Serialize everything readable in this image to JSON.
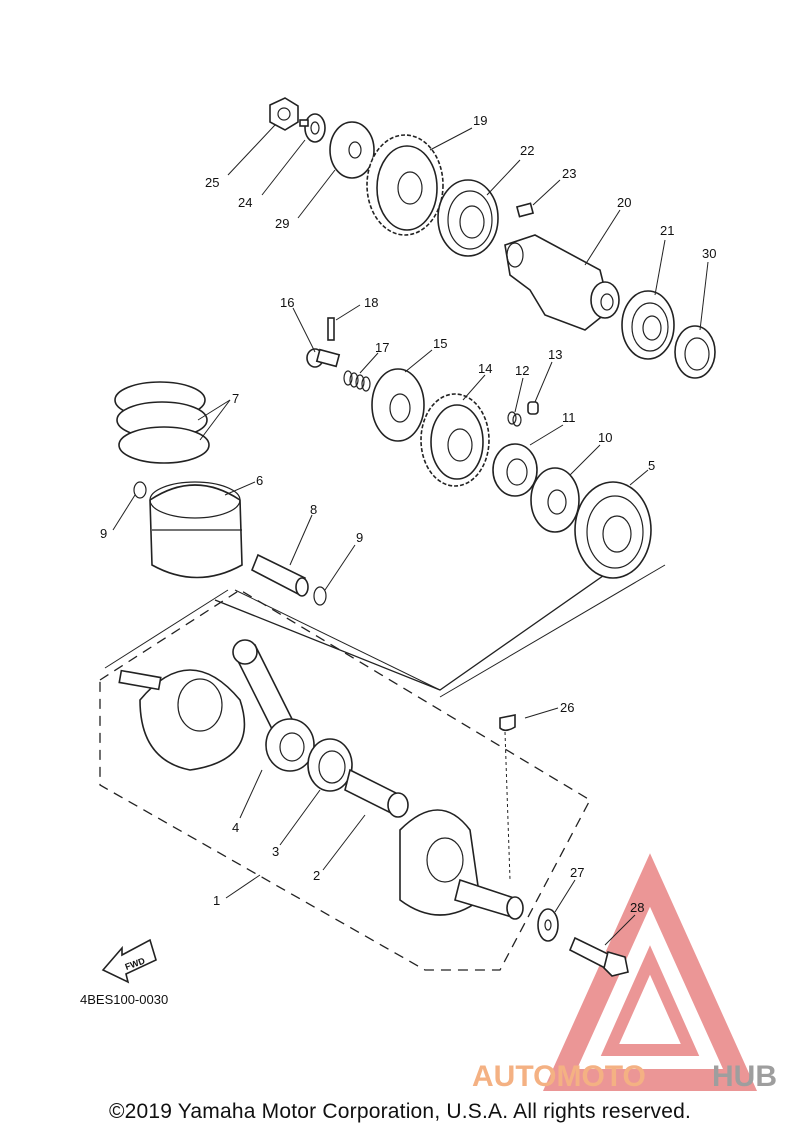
{
  "diagram_code": "4BES100-0030",
  "fwd_label": "FWD",
  "copyright": "©2019 Yamaha Motor Corporation, U.S.A. All rights reserved.",
  "watermark": {
    "auto": "AUTOMOTO",
    "hub": "HUB",
    "auto_color": "#f4b183",
    "hub_color": "#9e9e9e",
    "logo_color": "#e57373"
  },
  "callouts": {
    "c1": "1",
    "c2": "2",
    "c3": "3",
    "c4": "4",
    "c5": "5",
    "c6": "6",
    "c7": "7",
    "c8": "8",
    "c9a": "9",
    "c9b": "9",
    "c10": "10",
    "c11": "11",
    "c12": "12",
    "c13": "13",
    "c14": "14",
    "c15": "15",
    "c16": "16",
    "c17": "17",
    "c18": "18",
    "c19": "19",
    "c20": "20",
    "c21": "21",
    "c22": "22",
    "c23": "23",
    "c24": "24",
    "c25": "25",
    "c26": "26",
    "c27": "27",
    "c28": "28",
    "c29": "29",
    "c30": "30"
  }
}
